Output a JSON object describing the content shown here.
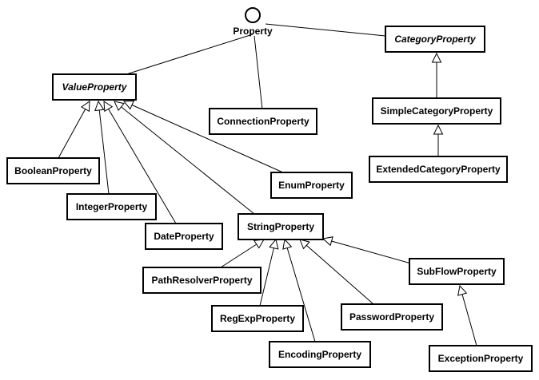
{
  "diagram": {
    "interface": {
      "label": "Property"
    },
    "classes": {
      "category_property": "CategoryProperty",
      "value_property": "ValueProperty",
      "connection_property": "ConnectionProperty",
      "simple_category_property": "SimpleCategoryProperty",
      "extended_category_property": "ExtendedCategoryProperty",
      "boolean_property": "BooleanProperty",
      "integer_property": "IntegerProperty",
      "date_property": "DateProperty",
      "enum_property": "EnumProperty",
      "string_property": "StringProperty",
      "path_resolver_property": "PathResolverProperty",
      "reg_exp_property": "RegExpProperty",
      "encoding_property": "EncodingProperty",
      "password_property": "PasswordProperty",
      "sub_flow_property": "SubFlowProperty",
      "exception_property": "ExceptionProperty"
    },
    "abstract_classes": [
      "category_property",
      "value_property"
    ],
    "associations": [
      [
        "interface",
        "value_property"
      ],
      [
        "interface",
        "connection_property"
      ],
      [
        "interface",
        "category_property"
      ]
    ],
    "generalizations": [
      [
        "simple_category_property",
        "category_property"
      ],
      [
        "extended_category_property",
        "simple_category_property"
      ],
      [
        "boolean_property",
        "value_property"
      ],
      [
        "integer_property",
        "value_property"
      ],
      [
        "date_property",
        "value_property"
      ],
      [
        "string_property",
        "value_property"
      ],
      [
        "enum_property",
        "value_property"
      ],
      [
        "path_resolver_property",
        "string_property"
      ],
      [
        "reg_exp_property",
        "string_property"
      ],
      [
        "encoding_property",
        "string_property"
      ],
      [
        "password_property",
        "string_property"
      ],
      [
        "sub_flow_property",
        "string_property"
      ],
      [
        "exception_property",
        "sub_flow_property"
      ]
    ]
  }
}
